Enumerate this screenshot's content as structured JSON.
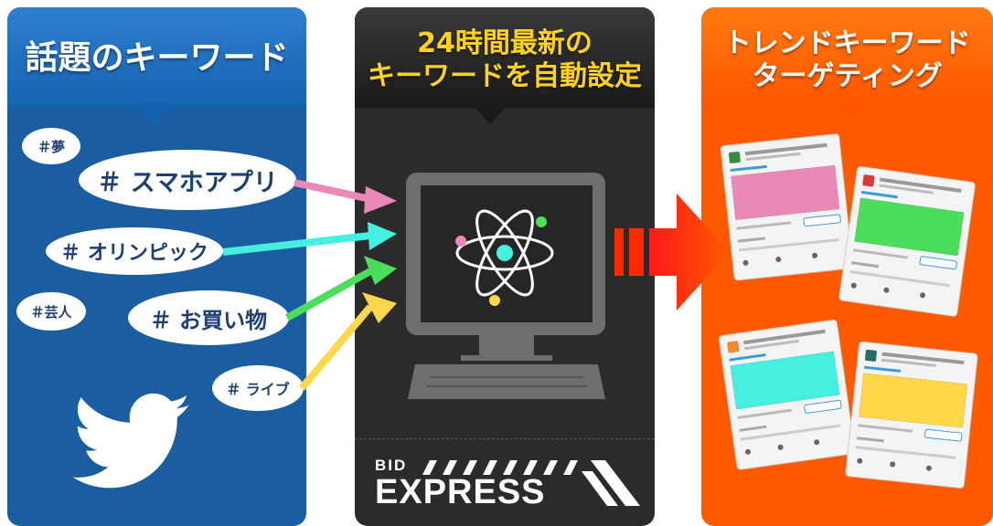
{
  "panels": {
    "left_title": "話題のキーワード",
    "center_title_line1": "24時間最新の",
    "center_title_line2": "キーワードを自動設定",
    "right_title_line1": "トレンドキーワード",
    "right_title_line2": "ターゲティング"
  },
  "keywords": [
    {
      "label": "＃夢",
      "color": "#e889b8"
    },
    {
      "label": "＃ スマホアプリ",
      "color": "#e889b8"
    },
    {
      "label": "＃ オリンピック",
      "color": "#46f0e0"
    },
    {
      "label": "＃芸人",
      "color": "#4cdd5a"
    },
    {
      "label": "＃ お買い物",
      "color": "#4cdd5a"
    },
    {
      "label": "＃ ライブ",
      "color": "#ffd84a"
    }
  ],
  "logo": {
    "line1": "BID",
    "line2": "EXPRESS"
  },
  "colors": {
    "left_bg": "#1a5da0",
    "center_bg": "#2b2b2b",
    "right_bg": "#ff5a00",
    "center_title": "#ffd21e",
    "big_arrow": "#ff2a00"
  },
  "icons": [
    "twitter-bird-icon",
    "monitor-icon",
    "atom-icon",
    "ad-card-icon"
  ],
  "ad_cards": [
    {
      "banner_color": "#e889b8"
    },
    {
      "banner_color": "#4cdd5a"
    },
    {
      "banner_color": "#46f0e0"
    },
    {
      "banner_color": "#ffd84a"
    }
  ]
}
